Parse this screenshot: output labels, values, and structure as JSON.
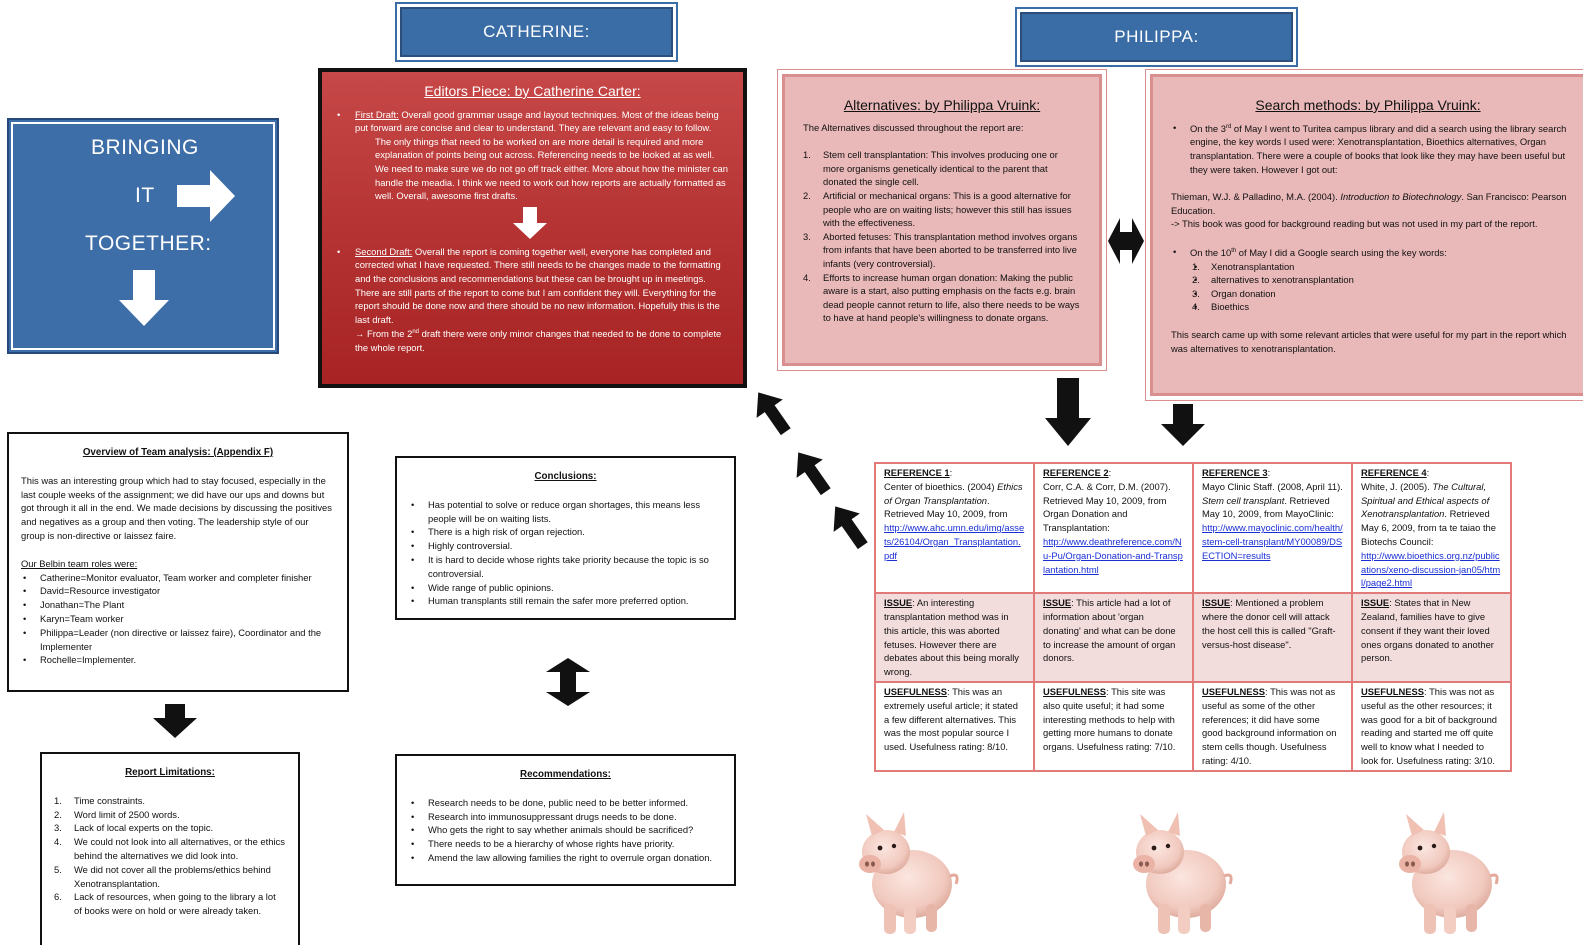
{
  "names": {
    "catherine": "CATHERINE:",
    "philippa": "PHILIPPA:"
  },
  "bringing": {
    "line1": "BRINGING",
    "line2": "IT",
    "line3": "TOGETHER:"
  },
  "editors": {
    "title": "Editors Piece: by Catherine Carter:",
    "first_label": "First Draft:",
    "first_text": " Overall good grammar usage and layout techniques. Most of the ideas being put forward are concise and clear to understand. They are relevant and easy to follow.",
    "first_indent": "The only things that need to be worked on are more detail is required and more explanation of points being out across. Referencing needs to be looked at as well. We need to make sure we do not go off track either. More about how the minister can handle the meadia. I think we need to work out how reports are actually formatted as well. Overall, awesome first drafts.",
    "second_label": "Second Draft:",
    "second_text": " Overall the report is coming together well, everyone has completed and corrected what I have requested. There still needs to be changes made to the formatting and the conclusions and recommendations but these can be brought up in meetings. There are still parts of the report to come but I am confident they will. Everything for the report should be done now and there should be no new information. Hopefully this is the last draft.",
    "second_note_pre": "→ From the 2",
    "second_note_sup": "nd",
    "second_note_post": " draft there were only minor changes that needed to be done to complete the whole report."
  },
  "alternatives": {
    "title": "Alternatives: by Philippa Vruink:",
    "intro": "The Alternatives discussed throughout the report are:",
    "items": [
      {
        "n": "1.",
        "text": "Stem cell transplantation: This involves producing one or more organisms genetically identical to the parent that donated the single cell."
      },
      {
        "n": "2.",
        "text": "Artificial or mechanical organs: This is a good alternative for people who are on waiting lists; however this still has issues with the effectiveness."
      },
      {
        "n": "3.",
        "text": "Aborted fetuses: This transplantation method involves organs from infants that have been aborted to be transferred into live infants (very controversial)."
      },
      {
        "n": "4.",
        "text": "Efforts to increase human organ donation: Making the public aware is a start, also putting emphasis on the facts e.g. brain dead people cannot return to life, also there needs to be ways to have at hand people's willingness to donate organs."
      }
    ]
  },
  "search": {
    "title": "Search methods: by Philippa Vruink:",
    "b1_pre": "On the 3",
    "b1_sup": "rd",
    "b1_post": " of May I went to Turitea campus library and did a search using the library search engine, the key words I used were: Xenotransplantation, Bioethics alternatives, Organ transplantation. There were a couple of books that look like they may have been useful but they were taken. However I got out:",
    "citation_pre": "Thieman, W.J. & Palladino, M.A. (2004). ",
    "citation_title": "Introduction to Biotechnology",
    "citation_post": ". San Francisco: Pearson Education.",
    "note": "-> This book was good for background reading but was not used in my part of the report.",
    "b2_pre": "On the 10",
    "b2_sup": "th",
    "b2_post": " of May I did a Google search using the key words:",
    "keywords": [
      {
        "n": "1.",
        "text": "Xenotransplantation"
      },
      {
        "n": "2.",
        "text": "alternatives to xenotransplantation"
      },
      {
        "n": "3.",
        "text": "Organ donation"
      },
      {
        "n": "4.",
        "text": "Bioethics"
      }
    ],
    "closing": "This search came up with some relevant articles that were useful for my part in the report which was alternatives to xenotransplantation."
  },
  "overview": {
    "title": "Overview of Team analysis: (Appendix F)",
    "para": "This was an interesting group which had to stay focused, especially in the last couple weeks of the assignment; we did have our ups and downs but got through it all in the end. We made decisions by discussing the positives and negatives as a group and then voting. The leadership style of our group is non-directive or laissez faire.",
    "roles_heading": "Our Belbin team roles were:",
    "roles": [
      "Catherine=Monitor evaluator, Team worker and completer finisher",
      "David=Resource investigator",
      "Jonathan=The Plant",
      "Karyn=Team worker",
      "Philippa=Leader (non directive or laissez faire), Coordinator and the Implementer",
      "Rochelle=Implementer."
    ]
  },
  "conclusions": {
    "title": "Conclusions:",
    "items": [
      "Has potential to solve or reduce organ shortages, this means less people will be on waiting lists.",
      "There is a high risk of organ rejection.",
      "Highly controversial.",
      "It is hard to decide whose rights take priority because the topic is so controversial.",
      "Wide range of public opinions.",
      "Human transplants still remain the safer more preferred option."
    ]
  },
  "limitations": {
    "title": "Report Limitations:",
    "items": [
      {
        "n": "1.",
        "text": "Time constraints."
      },
      {
        "n": "2.",
        "text": "Word limit of 2500 words."
      },
      {
        "n": "3.",
        "text": "Lack of local experts on the topic."
      },
      {
        "n": "4.",
        "text": "We could not look into all alternatives, or the ethics behind the alternatives we did look into."
      },
      {
        "n": "5.",
        "text": "We did not cover all the problems/ethics behind Xenotransplantation."
      },
      {
        "n": "6.",
        "text": "Lack of resources, when going to the library a lot of books were on hold or were already taken."
      }
    ]
  },
  "recommendations": {
    "title": "Recommendations:",
    "items": [
      "Research needs to be done, public need to be better informed.",
      "Research into immunosuppressant drugs needs to be done.",
      "Who gets the right to say whether animals should be sacrificed?",
      "There needs to be a hierarchy of whose rights have priority.",
      "Amend the law allowing families the right to overrule organ donation."
    ]
  },
  "references": [
    {
      "label": "REFERENCE 1",
      "cite_pre": "Center of bioethics. (2004) ",
      "cite_title": "Ethics of Organ Transplantation",
      "cite_post": ". Retrieved May 10, 2009, from",
      "url": "http://www.ahc.umn.edu/img/assets/26104/Organ_Transplantation.pdf",
      "issue_label": "ISSUE",
      "issue": ": An interesting transplantation method was in this article, this was aborted fetuses. However there are debates about this being morally wrong.",
      "useful_label": "USEFULNESS",
      "useful": ": This was an extremely useful article; it stated a few different alternatives. This was the most popular source I used. Usefulness rating: 8/10."
    },
    {
      "label": "REFERENCE 2",
      "cite_pre": "Corr, C.A. & Corr, D.M. (2007). Retrieved May 10, 2009, from Organ Donation and Transplantation:",
      "cite_title": "",
      "cite_post": "",
      "url": "http://www.deathreference.com/Nu-Pu/Organ-Donation-and-Transplantation.html",
      "issue_label": "ISSUE",
      "issue": ": This article had a lot of information about 'organ donating' and what can be done to increase the amount of organ donors.",
      "useful_label": "USEFULNESS",
      "useful": ": This site was also quite useful; it had some interesting methods to help with getting more humans to donate organs. Usefulness rating: 7/10."
    },
    {
      "label": "REFERENCE 3",
      "cite_pre": "Mayo Clinic Staff. (2008, April 11). ",
      "cite_title": "Stem cell transplant",
      "cite_post": ". Retrieved May 10, 2009, from MayoClinic:",
      "url": "http://www.mayoclinic.com/health/stem-cell-transplant/MY00089/DSECTION=results",
      "issue_label": "ISSUE",
      "issue": ": Mentioned a problem where the donor cell will attack the host cell this is called \"Graft-versus-host disease\".",
      "useful_label": "USEFULNESS",
      "useful": ": This was not as useful as some of the other references; it did have some good background information on stem cells though. Usefulness rating: 4/10."
    },
    {
      "label": "REFERENCE 4",
      "cite_pre": "White, J. (2005). ",
      "cite_title": "The Cultural, Spiritual and Ethical aspects of Xenotransplantation",
      "cite_post": ". Retrieved May 6, 2009, from ta te taiao the Biotechs Council:",
      "url": "http://www.bioethics.org.nz/publications/xeno-discussion-jan05/html/page2.html",
      "issue_label": "ISSUE",
      "issue": ": States that in New Zealand, families have to give consent if they want their loved ones organs donated to another person.",
      "useful_label": "USEFULNESS",
      "useful": ": This was not as useful as the other resources; it was good for a bit of background reading and started me off quite well to know what I needed to look for. Usefulness rating: 3/10."
    }
  ],
  "colors": {
    "blue_tag": "#3a6ca5",
    "editor_red": "#b53333",
    "pink_box": "#e9b8b8",
    "table_border": "#e27a7a"
  }
}
